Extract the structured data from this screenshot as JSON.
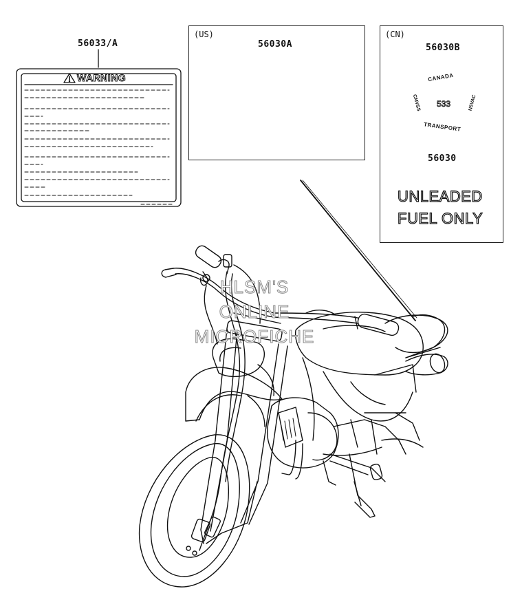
{
  "labels": {
    "warning": {
      "part_number": "56033/A",
      "title": "WARNING"
    },
    "us": {
      "region": "(US)",
      "part_number": "56030A"
    },
    "cn": {
      "region": "(CN)",
      "seal_part_number": "56030B",
      "seal_top_text": "CANADA",
      "seal_bottom_text": "TRANSPORT",
      "seal_left_text": "CMVSS",
      "seal_right_text": "NSVAC",
      "seal_number": "533",
      "fuel_part_number": "56030",
      "fuel_line1": "UNLEADED",
      "fuel_line2": "FUEL ONLY"
    }
  },
  "watermark": {
    "line1": "HLSM'S",
    "line2": "ONLINE",
    "line3": "MICROFICHE"
  },
  "icons": {
    "warning_triangle": "warning-triangle-icon",
    "maple_leaf": "maple-leaf-icon"
  }
}
